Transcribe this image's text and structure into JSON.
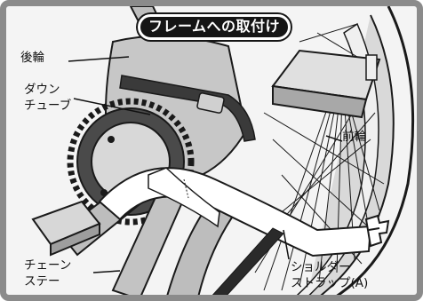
{
  "title": "フレームへの取付け",
  "labels": {
    "rear_wheel": "後輪",
    "down_tube_line1": "ダウン",
    "down_tube_line2": "チューブ",
    "front_wheel": "前輪",
    "chain_stay_line1": "チェーン",
    "chain_stay_line2": "ステー",
    "shoulder_strap_line1": "ショルダー",
    "shoulder_strap_line2": "ストラップ(A)"
  },
  "colors": {
    "border": "#8b8b8b",
    "background": "#f4f4f4",
    "title_bg": "#151515",
    "title_text": "#ffffff",
    "frame_part": "#bdbdbd",
    "strap_dark": "#3a3a3a",
    "outline": "#1a1a1a"
  }
}
